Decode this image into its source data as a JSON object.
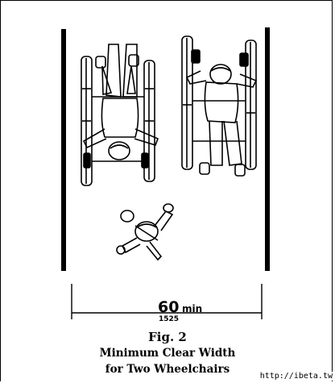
{
  "dimension": {
    "value": "60",
    "unit": "min",
    "metric": "1525"
  },
  "caption": {
    "figure": "Fig. 2",
    "line1": "Minimum Clear Width",
    "line2": "for Two Wheelchairs"
  },
  "watermark": "http://ibeta.tw",
  "colors": {
    "ink": "#000000",
    "paper": "#ffffff"
  }
}
